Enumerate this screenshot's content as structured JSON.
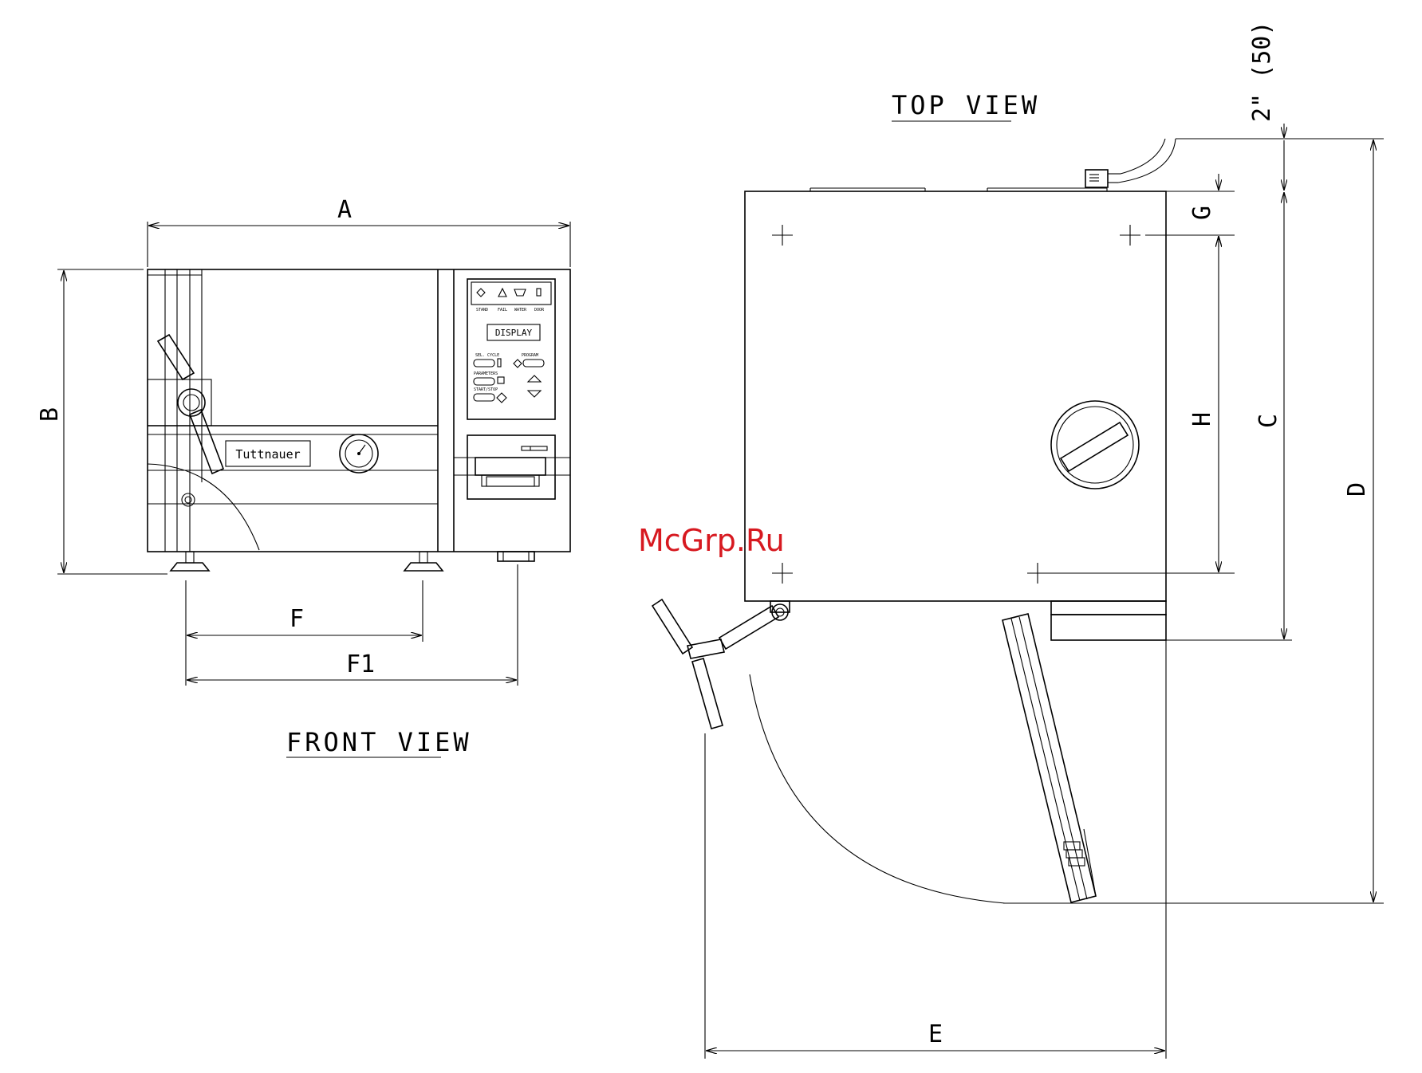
{
  "views": {
    "front_title": "FRONT VIEW",
    "top_title": "TOP VIEW"
  },
  "dimensions": {
    "A": "A",
    "B": "B",
    "C": "C",
    "D": "D",
    "E": "E",
    "F": "F",
    "F1": "F1",
    "G": "G",
    "H": "H",
    "clearance": "2\" (50)"
  },
  "front_panel": {
    "brand": "Tuttnauer",
    "display_label": "DISPLAY",
    "indicator_labels": [
      "STAND",
      "FAIL",
      "WATER",
      "DOOR"
    ],
    "buttons": {
      "sel_cycle": "SEL. CYCLE",
      "program": "PROGRAM",
      "parameters": "PARAMETERS",
      "start_stop": "START/STOP"
    }
  },
  "watermark": "McGrp.Ru",
  "colors": {
    "line": "#000000",
    "background": "#ffffff",
    "watermark": "#d71920"
  }
}
